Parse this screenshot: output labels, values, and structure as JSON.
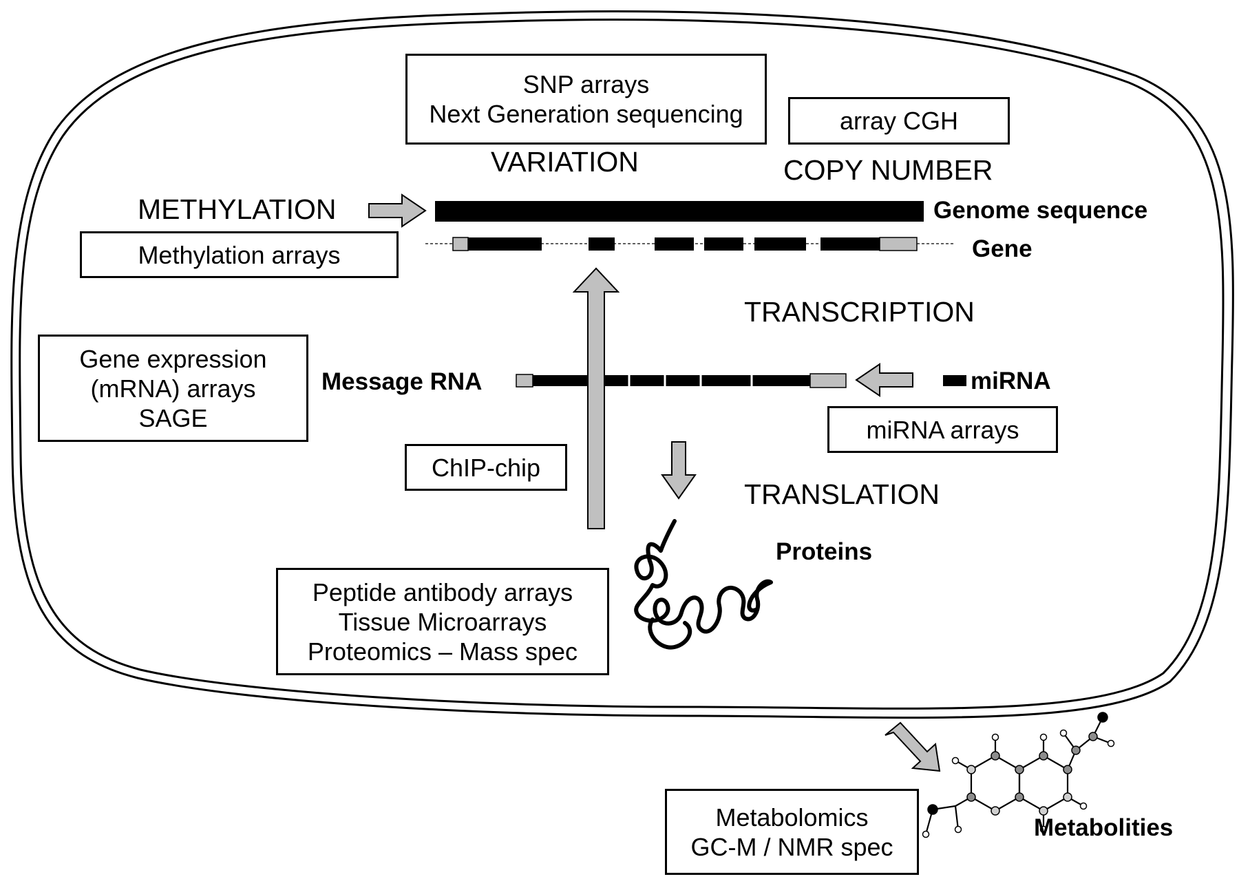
{
  "boxes": {
    "snp": [
      "SNP arrays",
      "Next Generation sequencing"
    ],
    "cgh": [
      "array CGH"
    ],
    "methylation": [
      "Methylation arrays"
    ],
    "gene_expression": [
      "Gene expression",
      "(mRNA) arrays",
      "SAGE"
    ],
    "chip": [
      "ChIP-chip"
    ],
    "mirna": [
      "miRNA arrays"
    ],
    "proteomics": [
      "Peptide antibody arrays",
      "Tissue Microarrays",
      "Proteomics – Mass spec"
    ],
    "metabolomics": [
      "Metabolomics",
      "GC-M / NMR spec"
    ]
  },
  "labels": {
    "variation": "VARIATION",
    "copy_number": "COPY NUMBER",
    "methylation": "METHYLATION",
    "transcription": "TRANSCRIPTION",
    "translation": "TRANSLATION",
    "genome_sequence": "Genome sequence",
    "gene": "Gene",
    "message_rna": "Message RNA",
    "mirna": "miRNA",
    "proteins": "Proteins",
    "metabolities": "Metabolities"
  },
  "colors": {
    "arrow_fill": "#c0c0c0",
    "ink": "#000000",
    "utr_fill": "#bfbfbf",
    "atom_grey": "#8c8c8c",
    "atom_light": "#cfcfcf"
  }
}
